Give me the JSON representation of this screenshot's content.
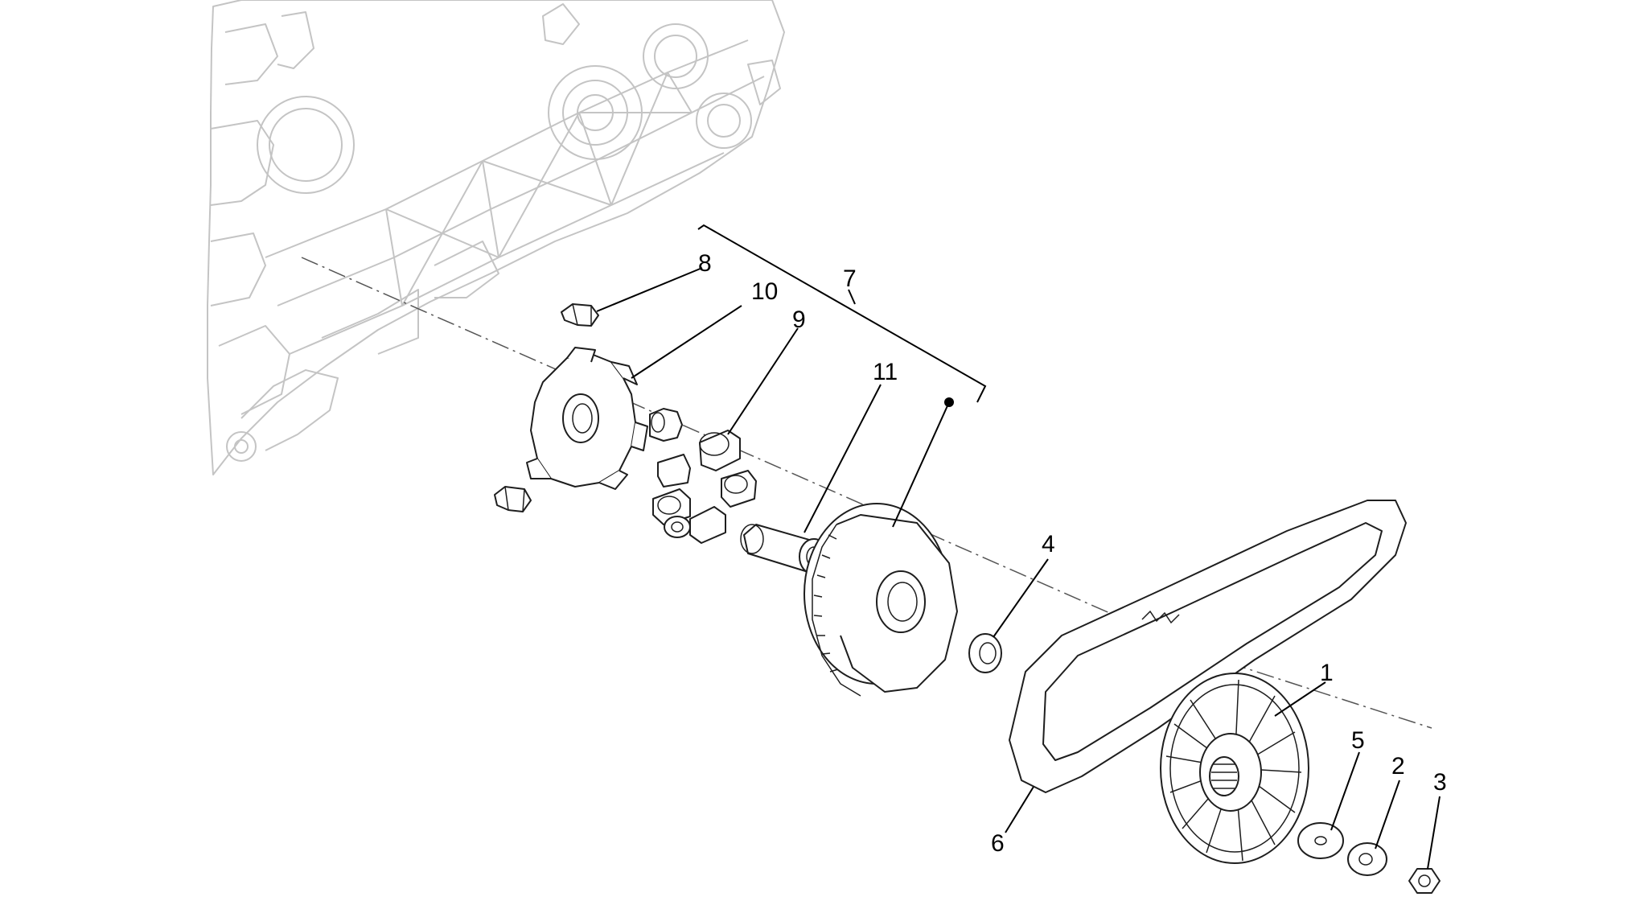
{
  "diagram": {
    "labels": {
      "p1": "1",
      "p2": "2",
      "p3": "3",
      "p4": "4",
      "p5": "5",
      "p6": "6",
      "p7": "7",
      "p8": "8",
      "p9": "9",
      "p10": "10",
      "p11": "11"
    }
  }
}
